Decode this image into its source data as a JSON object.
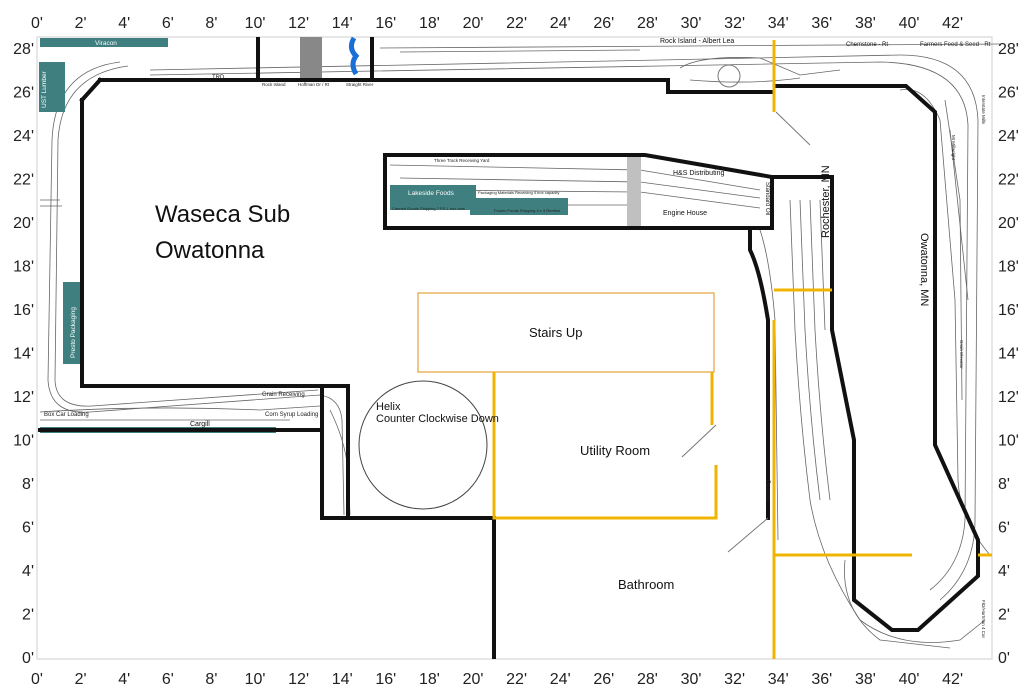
{
  "axis": {
    "x_labels": [
      "0'",
      "2'",
      "4'",
      "6'",
      "8'",
      "10'",
      "12'",
      "14'",
      "16'",
      "18'",
      "20'",
      "22'",
      "24'",
      "26'",
      "28'",
      "30'",
      "32'",
      "34'",
      "36'",
      "38'",
      "40'",
      "42'"
    ],
    "y_labels": [
      "28'",
      "26'",
      "24'",
      "22'",
      "20'",
      "18'",
      "16'",
      "14'",
      "12'",
      "10'",
      "8'",
      "6'",
      "4'",
      "2'",
      "0'"
    ]
  },
  "titles": {
    "line1": "Waseca Sub",
    "line2": "Owatonna"
  },
  "rooms": {
    "stairs": "Stairs Up",
    "helix_line1": "Helix",
    "helix_line2": "Counter Clockwise Down",
    "utility": "Utility Room",
    "bathroom": "Bathroom"
  },
  "towns": {
    "owatonna": "Owatonna, MN",
    "rochester": "Rochester, MN"
  },
  "industries": {
    "viracon": "Viracon",
    "ust": "UST Lumber",
    "presto": "Presto Packaging",
    "lakeside": "Lakeside Foods",
    "cargill": "Cargill"
  },
  "track_labels": {
    "rock_island": "Rock Island - Albert Lea",
    "chemstone": "Chemstone - Rt",
    "farmers": "Farmers Feed & Seed - Rt",
    "trd": "TRD",
    "rock_island_small": "Rock Island",
    "hoffman": "Hoffman Dr / Rt",
    "straight_river": "Straight River",
    "three_track": "Three Track Receiving Yard",
    "hs": "H&S Distributing",
    "engine_house": "Engine House",
    "standard_oil": "Standard Oil",
    "pearson": "Pearson",
    "grain": "Grain Receiving",
    "box_car": "Box Car Loading",
    "corn_syrup": "Corn Syrup Loading",
    "packaging_mat": "Packaging Materials Receiving 4 box capacity",
    "canned_goods": "Canned Goods Shipping 7 PS 1 box cars",
    "frozen_foods": "Frozen Foods Shipping 4 x 3 Reefers",
    "interstate": "Interstate Mills",
    "mi_millwright": "MI Millwright",
    "grain_elev": "Grain Elevator",
    "fitz": "Fitz/Hartman 4 Car"
  }
}
